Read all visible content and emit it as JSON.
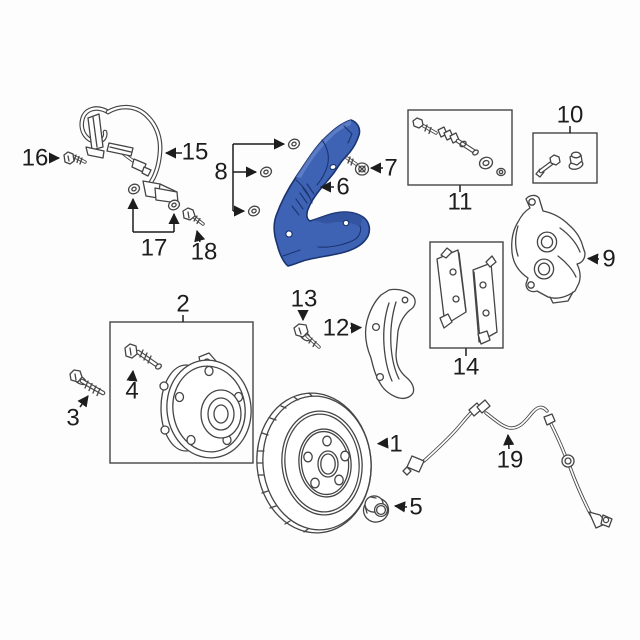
{
  "diagram": {
    "type": "exploded-parts-diagram",
    "subject": "front disc brake components",
    "colors": {
      "bg": "#fdfdfd",
      "line": "#454545",
      "dark": "#1d1d1d",
      "hl-fill": "#3e63b4",
      "hl-stroke": "#1b3470",
      "hl-light": "#6584cd",
      "hl-dark": "#2e4f97"
    },
    "highlighted_part": {
      "label": "6",
      "part": "brake-splash-shield",
      "highlight_color": "#3e63b4"
    },
    "callouts": [
      {
        "label": "1",
        "part": "brake-rotor"
      },
      {
        "label": "2",
        "part": "hub-bearing-assembly-kit"
      },
      {
        "label": "3",
        "part": "hub-bolt"
      },
      {
        "label": "4",
        "part": "wheel-stud"
      },
      {
        "label": "5",
        "part": "lug-nut"
      },
      {
        "label": "6",
        "part": "brake-splash-shield"
      },
      {
        "label": "7",
        "part": "splash-shield-bolt"
      },
      {
        "label": "8",
        "part": "splash-shield-washers"
      },
      {
        "label": "9",
        "part": "brake-caliper"
      },
      {
        "label": "10",
        "part": "caliper-bleeder-screw-kit"
      },
      {
        "label": "11",
        "part": "caliper-guide-pin-kit"
      },
      {
        "label": "12",
        "part": "caliper-mounting-bracket"
      },
      {
        "label": "13",
        "part": "caliper-bracket-bolt"
      },
      {
        "label": "14",
        "part": "brake-pad-set-kit"
      },
      {
        "label": "15",
        "part": "brake-hose"
      },
      {
        "label": "16",
        "part": "brake-hose-bolt"
      },
      {
        "label": "17",
        "part": "brake-hose-washers"
      },
      {
        "label": "18",
        "part": "brake-hose-bracket-bolt"
      },
      {
        "label": "19",
        "part": "abs-wheel-speed-sensor"
      }
    ]
  }
}
